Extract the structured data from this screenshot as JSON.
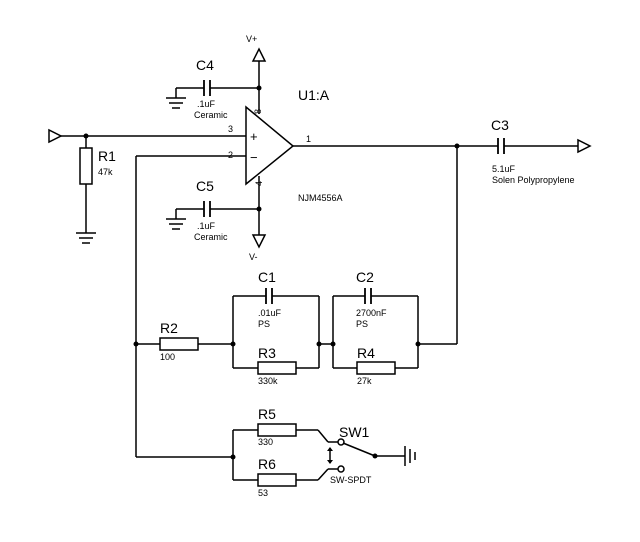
{
  "supply": {
    "positive": "V+",
    "negative": "V-"
  },
  "opamp": {
    "ref": "U1:A",
    "part": "NJM4556A",
    "pin_noninverting": "3",
    "pin_inverting": "2",
    "pin_output": "1",
    "pin_vplus": "8",
    "pin_vminus": "4",
    "plus_sign": "+",
    "minus_sign": "−"
  },
  "components": {
    "R1": {
      "ref": "R1",
      "value": "47k"
    },
    "R2": {
      "ref": "R2",
      "value": "100"
    },
    "R3": {
      "ref": "R3",
      "value": "330k"
    },
    "R4": {
      "ref": "R4",
      "value": "27k"
    },
    "R5": {
      "ref": "R5",
      "value": "330"
    },
    "R6": {
      "ref": "R6",
      "value": "53"
    },
    "C1": {
      "ref": "C1",
      "value": ".01uF",
      "type": "PS"
    },
    "C2": {
      "ref": "C2",
      "value": "2700nF",
      "type": "PS"
    },
    "C3": {
      "ref": "C3",
      "value": "5.1uF",
      "type": "Solen Polypropylene"
    },
    "C4": {
      "ref": "C4",
      "value": ".1uF",
      "type": "Ceramic"
    },
    "C5": {
      "ref": "C5",
      "value": ".1uF",
      "type": "Ceramic"
    },
    "SW1": {
      "ref": "SW1",
      "value": "SW-SPDT"
    }
  }
}
